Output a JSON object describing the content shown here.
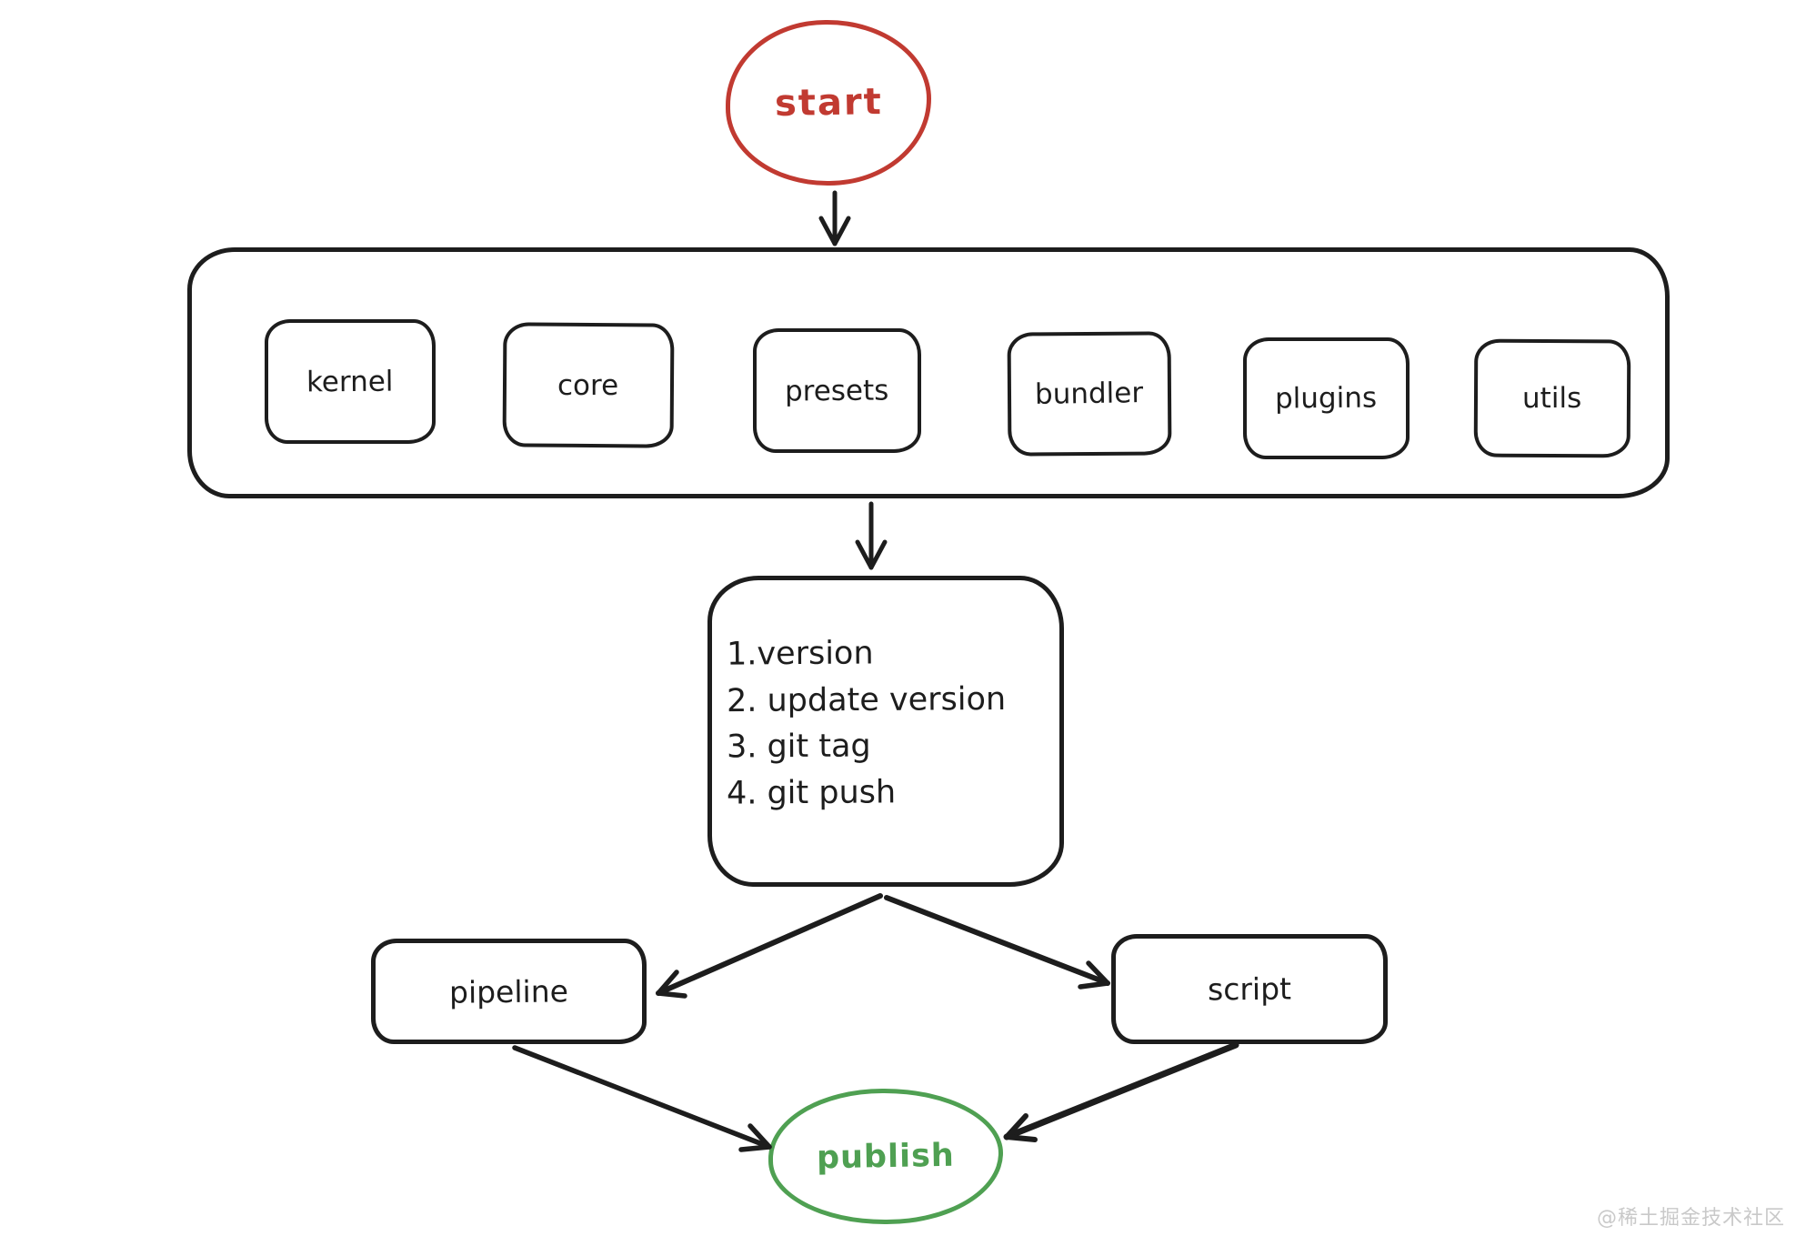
{
  "diagram": {
    "title_hint": "release flow",
    "nodes": {
      "start": {
        "label": "start"
      },
      "modules": [
        {
          "label": "kernel"
        },
        {
          "label": "core"
        },
        {
          "label": "presets"
        },
        {
          "label": "bundler"
        },
        {
          "label": "plugins"
        },
        {
          "label": "utils"
        }
      ],
      "release_steps": {
        "lines": [
          "1.version",
          "2. update version",
          "3. git tag",
          "4. git push"
        ]
      },
      "pipeline": {
        "label": "pipeline"
      },
      "script": {
        "label": "script"
      },
      "publish": {
        "label": "publish"
      }
    },
    "edges": [
      {
        "from": "start",
        "to": "modules-container"
      },
      {
        "from": "modules-container",
        "to": "release_steps"
      },
      {
        "from": "release_steps",
        "to": "pipeline"
      },
      {
        "from": "release_steps",
        "to": "script"
      },
      {
        "from": "pipeline",
        "to": "publish"
      },
      {
        "from": "script",
        "to": "publish"
      }
    ],
    "colors": {
      "stroke": "#1d1d1d",
      "start_accent": "#c13a31",
      "publish_accent": "#4fa052",
      "watermark": "#c9c9c9"
    }
  },
  "watermark": "@稀土掘金技术社区"
}
